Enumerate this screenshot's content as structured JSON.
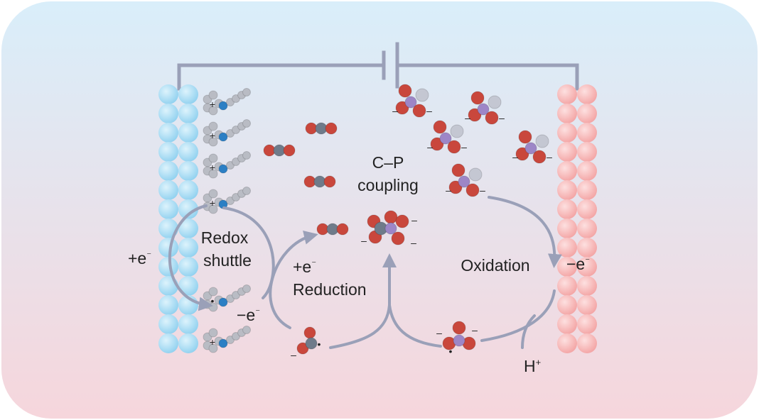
{
  "labels": {
    "cp": [
      "C–P",
      "coupling"
    ],
    "redox": [
      "Redox",
      "shuttle"
    ],
    "reduction": [
      "+e",
      "⁻",
      "Reduction"
    ],
    "oxidation": "Oxidation",
    "left_ext": [
      "+e",
      "⁻"
    ],
    "right_ext": [
      "−e",
      "⁻"
    ],
    "mid_left": [
      "−e",
      "⁻"
    ],
    "proton": [
      "H",
      "+"
    ],
    "minus": "–",
    "plus": "+",
    "dot": "•"
  },
  "colors": {
    "bg_top": "#d9eefa",
    "bg_bottom": "#f6d6dc",
    "wire": "#9aa0b8",
    "cathode": "#a8dcf3",
    "anode": "#f7b5b5",
    "oxygen": "#c9473c",
    "carbon": "#6f7b8a",
    "phosphorus": "#9d86c7",
    "heavy_atom": "#c4c7d2",
    "nitrogen": "#2b7fc4",
    "hydrogen": "#b9bcc4"
  }
}
